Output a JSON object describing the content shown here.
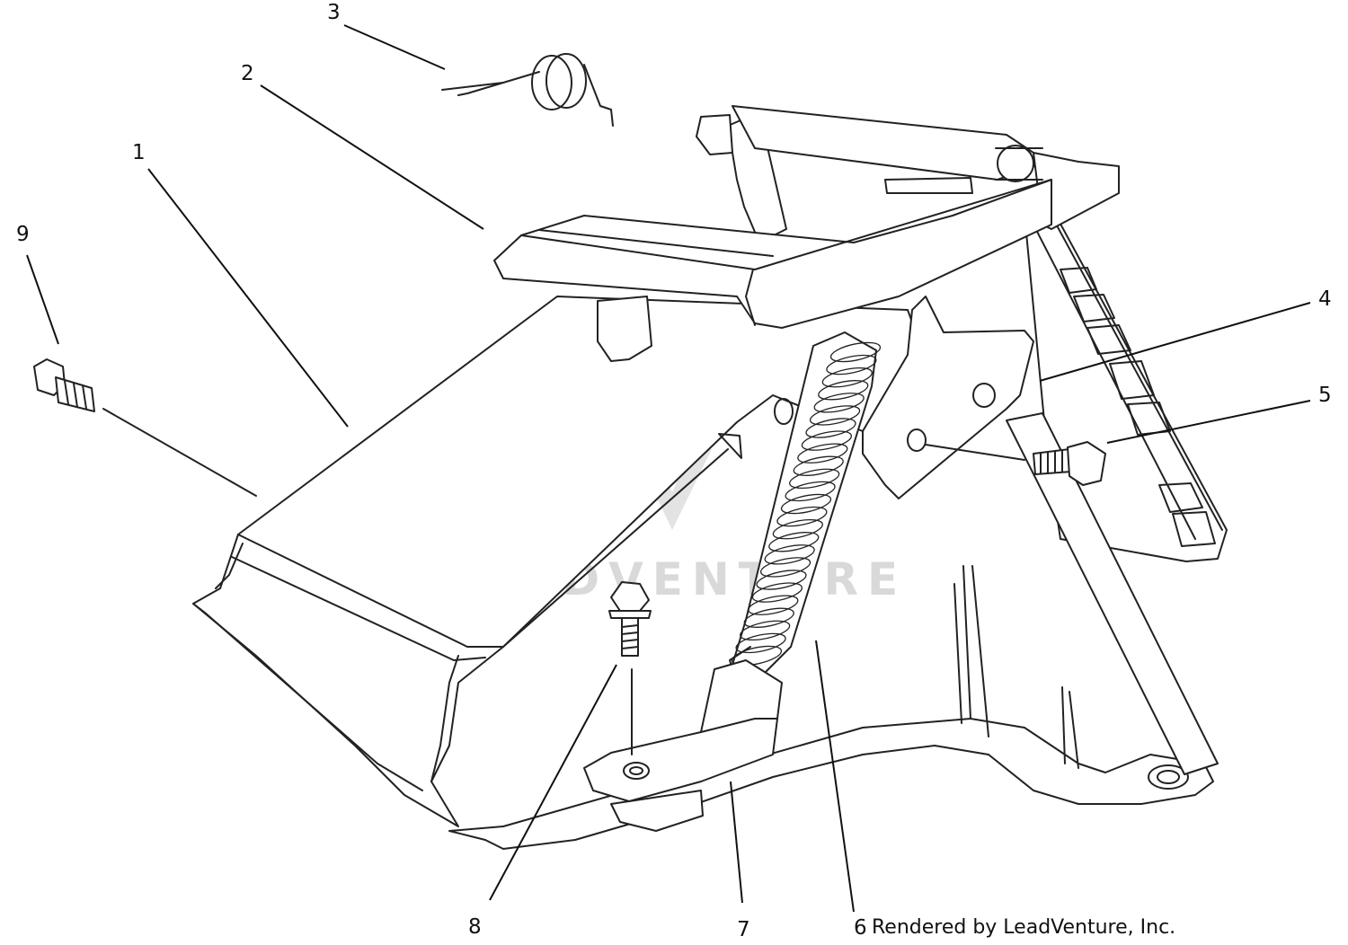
{
  "diagram": {
    "callouts": [
      {
        "id": "1",
        "label": "1"
      },
      {
        "id": "2",
        "label": "2"
      },
      {
        "id": "3",
        "label": "3"
      },
      {
        "id": "4",
        "label": "4"
      },
      {
        "id": "5",
        "label": "5"
      },
      {
        "id": "6",
        "label": "6"
      },
      {
        "id": "7",
        "label": "7"
      },
      {
        "id": "8",
        "label": "8"
      },
      {
        "id": "9",
        "label": "9"
      }
    ],
    "watermark": "LEADVENTURE",
    "credit": "Rendered by LeadVenture, Inc."
  },
  "colors": {
    "line": "#222222",
    "watermark": "#d9d9d9",
    "background": "#ffffff"
  },
  "icons": {
    "watermark_logo": "leadventure-flame-v-icon"
  }
}
